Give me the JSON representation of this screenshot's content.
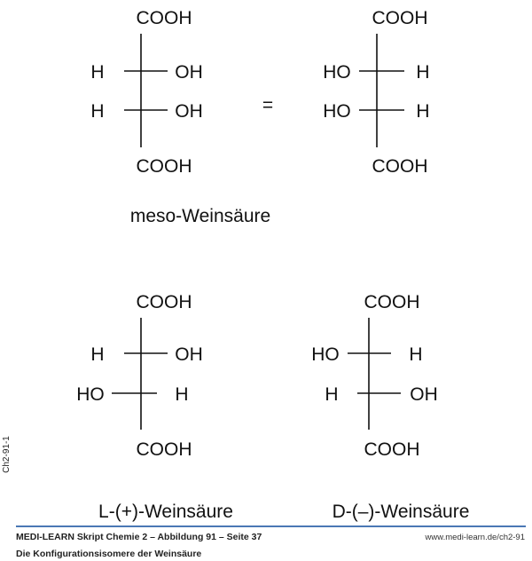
{
  "molecules": {
    "meso_left": {
      "top": "COOH",
      "r1_left": "H",
      "r1_right": "OH",
      "r2_left": "H",
      "r2_right": "OH",
      "bottom": "COOH"
    },
    "meso_right": {
      "top": "COOH",
      "r1_left": "HO",
      "r1_right": "H",
      "r2_left": "HO",
      "r2_right": "H",
      "bottom": "COOH"
    },
    "l_form": {
      "top": "COOH",
      "r1_left": "H",
      "r1_right": "OH",
      "r2_left": "HO",
      "r2_right": "H",
      "bottom": "COOH"
    },
    "d_form": {
      "top": "COOH",
      "r1_left": "HO",
      "r1_right": "H",
      "r2_left": "H",
      "r2_right": "OH",
      "bottom": "COOH"
    }
  },
  "equals_sign": "=",
  "labels": {
    "meso": "meso-Weinsäure",
    "l": "L-(+)-Weinsäure",
    "d": "D-(–)-Weinsäure"
  },
  "side_label": "Ch2-91-1",
  "footer": {
    "line1": "MEDI-LEARN Skript Chemie 2 – Abbildung 91 – Seite 37",
    "line2": "Die Konfigurationsisomere der Weinsäure",
    "url": "www.medi-learn.de/ch2-91"
  },
  "colors": {
    "rule": "#4a78b5"
  }
}
